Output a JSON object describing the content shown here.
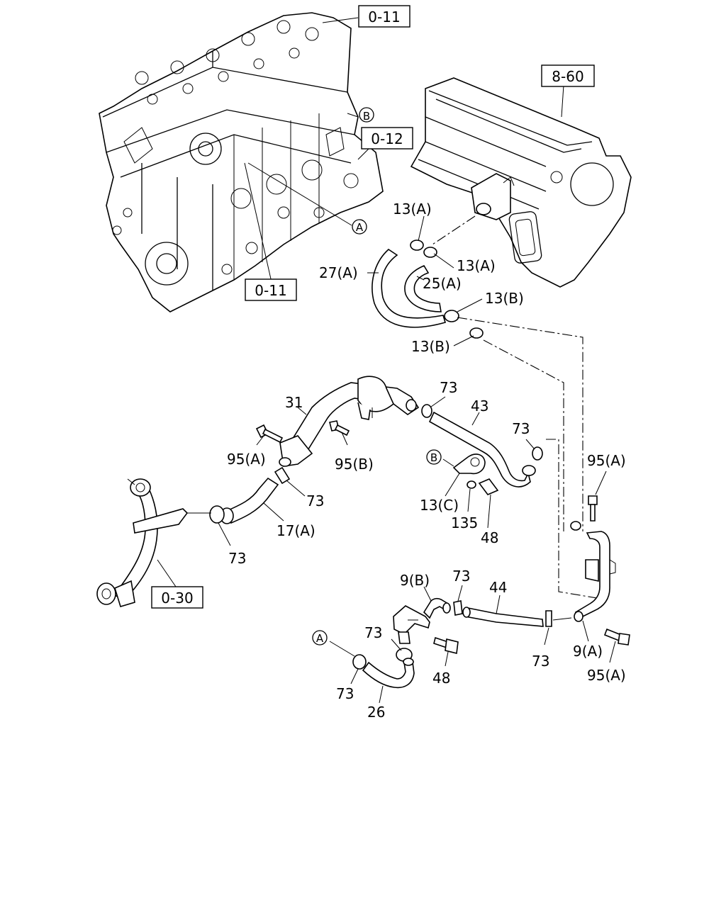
{
  "references": [
    {
      "id": "ref-0-11-top",
      "text": "0-11"
    },
    {
      "id": "ref-8-60",
      "text": "8-60"
    },
    {
      "id": "ref-0-12",
      "text": "0-12"
    },
    {
      "id": "ref-0-11-mid",
      "text": "0-11"
    },
    {
      "id": "ref-0-30",
      "text": "0-30"
    }
  ],
  "markers": {
    "a": "A",
    "b": "B"
  },
  "callouts": {
    "c13a_1": "13(A)",
    "c13a_2": "13(A)",
    "c27a": "27(A)",
    "c25a": "25(A)",
    "c13b_1": "13(B)",
    "c13b_2": "13(B)",
    "c31": "31",
    "c73_1": "73",
    "c43": "43",
    "c73_2": "73",
    "c95a_1": "95(A)",
    "c95b": "95(B)",
    "c95a_2": "95(A)",
    "c73_3": "73",
    "c17a": "17(A)",
    "c73_4": "73",
    "c13c": "13(C)",
    "c135": "135",
    "c48_1": "48",
    "c9b": "9(B)",
    "c73_5": "73",
    "c44": "44",
    "c73_6": "73",
    "c73_7": "73",
    "c9a": "9(A)",
    "c95a_3": "95(A)",
    "c48_2": "48",
    "c73_8": "73",
    "c26": "26"
  }
}
